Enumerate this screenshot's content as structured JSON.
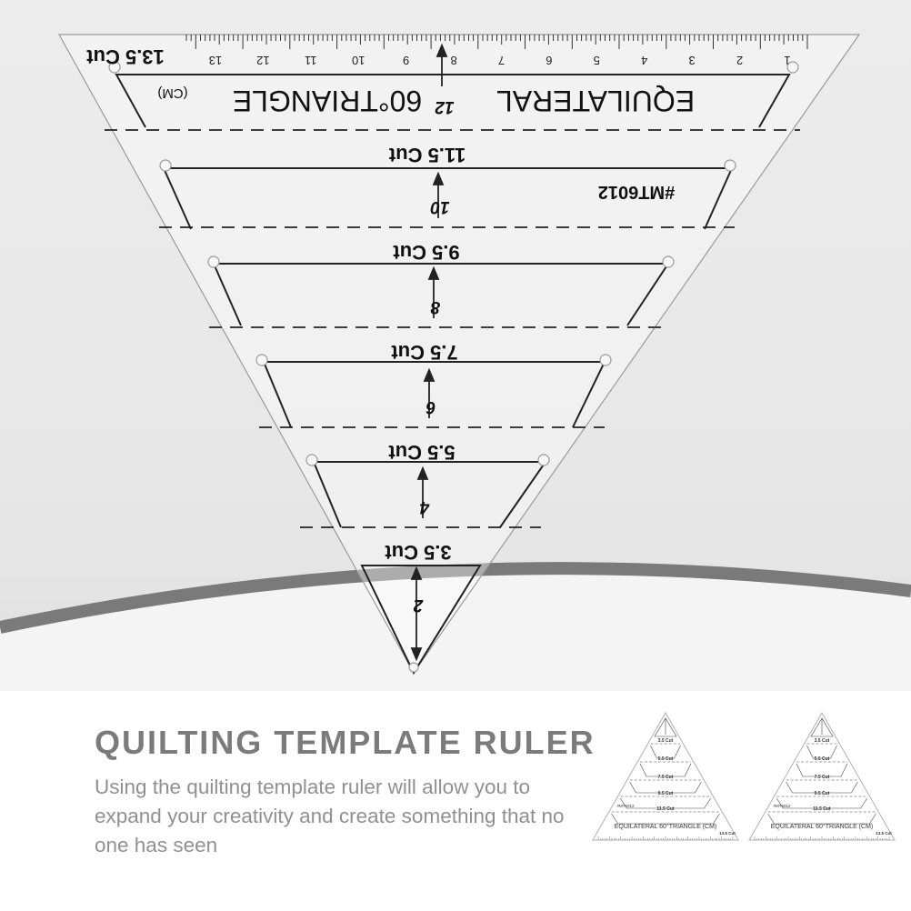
{
  "product": {
    "title": "QUILTING TEMPLATE RULER",
    "description": "Using the quilting template ruler will allow you to expand your creativity and create something that no one has seen"
  },
  "ruler": {
    "name": "EQUILATERAL",
    "angle_label": "60°TRIANGLE",
    "unit": "(CM)",
    "model": "#MT6012",
    "cut_labels": [
      "13.5 Cut",
      "11.5 Cut",
      "9.5 Cut",
      "7.5 Cut",
      "5.5 Cut",
      "3.5 Cut"
    ],
    "cut_labels_thumb": [
      "3.5 Cut",
      "5.5 Cut",
      "7.5 Cut",
      "9.5 Cut",
      "11.5 Cut",
      "13.5 Cut"
    ],
    "height_markers": [
      "12",
      "10",
      "8",
      "6",
      "4",
      "2"
    ],
    "scale_numbers": [
      "1",
      "2",
      "3",
      "4",
      "5",
      "6",
      "7",
      "8",
      "9",
      "10",
      "11",
      "12",
      "13"
    ]
  },
  "colors": {
    "title": "#7b7b7b",
    "description": "#909090",
    "backdrop": "#e9e9e9",
    "floor": "#f3f3f3",
    "curve_shadow": "#7a7a7a",
    "ink": "#1a1a1a"
  }
}
